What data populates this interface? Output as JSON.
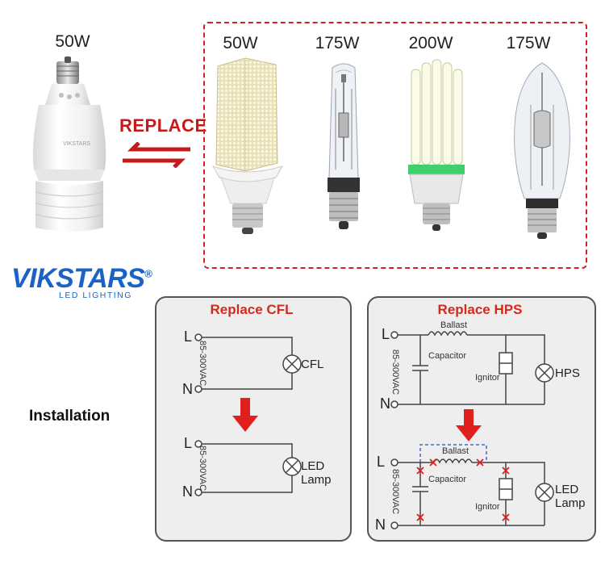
{
  "left_bulb": {
    "wattage": "50W",
    "brand_print": "VIKSTARS"
  },
  "replace_label": "REPLACE",
  "replaced_bulbs": [
    {
      "wattage": "50W",
      "kind": "corn-led"
    },
    {
      "wattage": "175W",
      "kind": "hid-tube"
    },
    {
      "wattage": "200W",
      "kind": "cfl"
    },
    {
      "wattage": "175W",
      "kind": "metal-halide"
    }
  ],
  "logo": {
    "name": "VIKSTARS",
    "registered": "®",
    "subtitle": "LED LIGHTING"
  },
  "installation_label": "Installation",
  "cfl_panel": {
    "title": "Replace CFL",
    "terminal_l": "L",
    "terminal_n": "N",
    "voltage": "85-300VAC",
    "lamp_before": "CFL",
    "lamp_after_line1": "LED",
    "lamp_after_line2": "Lamp"
  },
  "hps_panel": {
    "title": "Replace HPS",
    "terminal_l": "L",
    "terminal_n": "N",
    "voltage": "85-300VAC",
    "ballast": "Ballast",
    "capacitor": "Capacitor",
    "ignitor": "Ignitor",
    "lamp_before": "HPS",
    "lamp_after_line1": "LED",
    "lamp_after_line2": "Lamp"
  },
  "colors": {
    "accent_red": "#d42a1a",
    "logo_blue": "#1a63c6",
    "panel_bg": "#eeeeee"
  }
}
